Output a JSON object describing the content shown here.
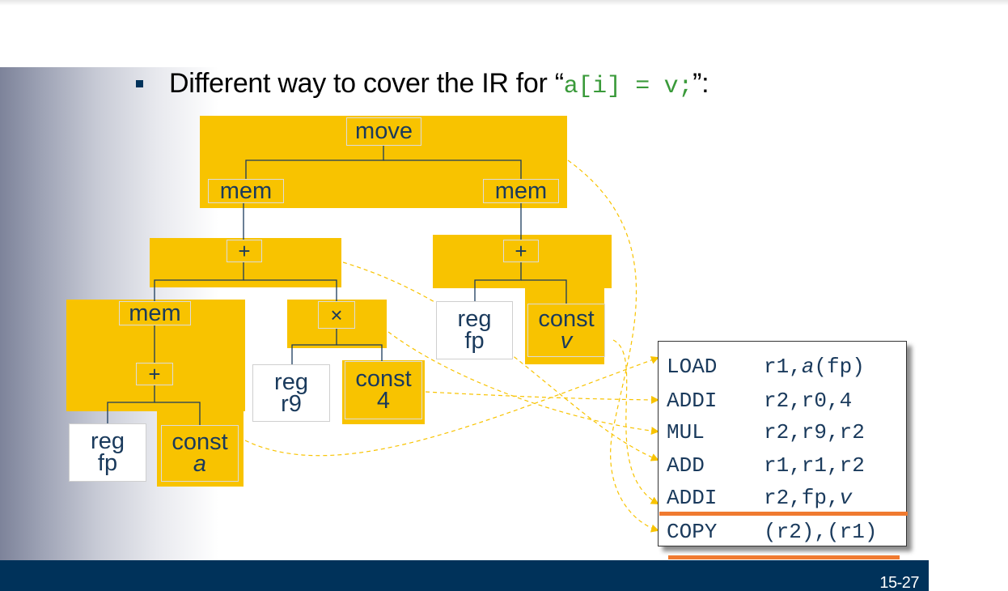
{
  "slide": {
    "headline": {
      "prefix": "Different way to cover the IR for “",
      "code": "a[i] = v;",
      "suffix": "”:"
    },
    "page_number": "15-27"
  },
  "tree": {
    "move": "move",
    "mem_left": "mem",
    "mem_right": "mem",
    "plus_left": "+",
    "plus_right": "+",
    "mem_inner": "mem",
    "times": "×",
    "plus_inner": "+",
    "reg_fp_right": "reg\nfp",
    "const_v_word": "const",
    "const_v_name": "v",
    "reg_r9": "reg\nr9",
    "const_4": "const\n4",
    "reg_fp_left": "reg\nfp",
    "const_a_word": "const",
    "const_a_name": "a"
  },
  "code": {
    "lines": [
      {
        "op": "LOAD",
        "args_pre": "r1,",
        "args_ital": "a",
        "args_post": "(fp)"
      },
      {
        "op": "ADDI",
        "args_pre": "r2,r0,4",
        "args_ital": "",
        "args_post": ""
      },
      {
        "op": "MUL",
        "args_pre": "r2,r9,r2",
        "args_ital": "",
        "args_post": ""
      },
      {
        "op": "ADD",
        "args_pre": "r1,r1,r2",
        "args_ital": "",
        "args_post": ""
      },
      {
        "op": "ADDI",
        "args_pre": "r2,fp,",
        "args_ital": "v",
        "args_post": ""
      },
      {
        "op": "COPY",
        "args_pre": "(r2),(r1)",
        "args_ital": "",
        "args_post": ""
      }
    ]
  },
  "colors": {
    "tile": "#f8c300",
    "arrow": "#f8c300",
    "footer": "#00325a",
    "highlight": "#f07a30",
    "code_text": "#1a3a5c",
    "inline_code": "#3a9a3a"
  }
}
